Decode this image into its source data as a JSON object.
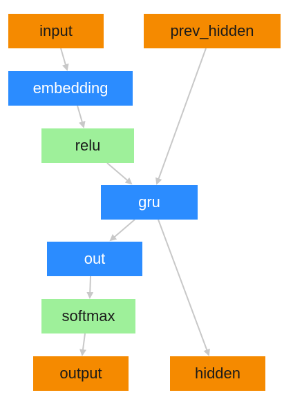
{
  "nodes": {
    "input": "input",
    "prev_hidden": "prev_hidden",
    "embedding": "embedding",
    "relu": "relu",
    "gru": "gru",
    "out": "out",
    "softmax": "softmax",
    "output": "output",
    "hidden": "hidden"
  },
  "colors": {
    "io_node": "#f58a00",
    "layer_node": "#2b8cff",
    "activation_node": "#9ef09a",
    "edge": "#c8c8c8"
  },
  "edges": [
    [
      "input",
      "embedding"
    ],
    [
      "embedding",
      "relu"
    ],
    [
      "relu",
      "gru"
    ],
    [
      "prev_hidden",
      "gru"
    ],
    [
      "gru",
      "out"
    ],
    [
      "gru",
      "hidden"
    ],
    [
      "out",
      "softmax"
    ],
    [
      "softmax",
      "output"
    ]
  ]
}
